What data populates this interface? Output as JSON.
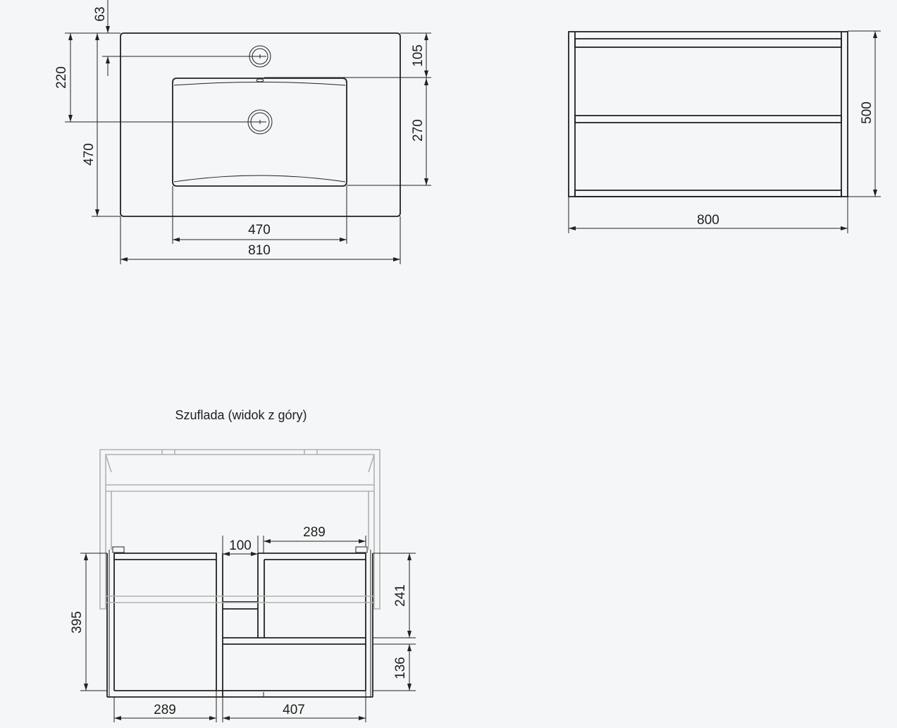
{
  "caption": "Szuflada (widok z góry)",
  "basin_top_view": {
    "dimensions": [
      "63",
      "220",
      "470",
      "105",
      "270",
      "470",
      "810"
    ]
  },
  "cabinet_front_view": {
    "dimensions": [
      "500",
      "800"
    ]
  },
  "drawer_top_view": {
    "dimensions": [
      "100",
      "289",
      "395",
      "241",
      "136",
      "289",
      "407"
    ]
  },
  "colors": {
    "line": "#222222",
    "hidden_line": "#b0b0b0",
    "background": "#f5f6f7"
  }
}
